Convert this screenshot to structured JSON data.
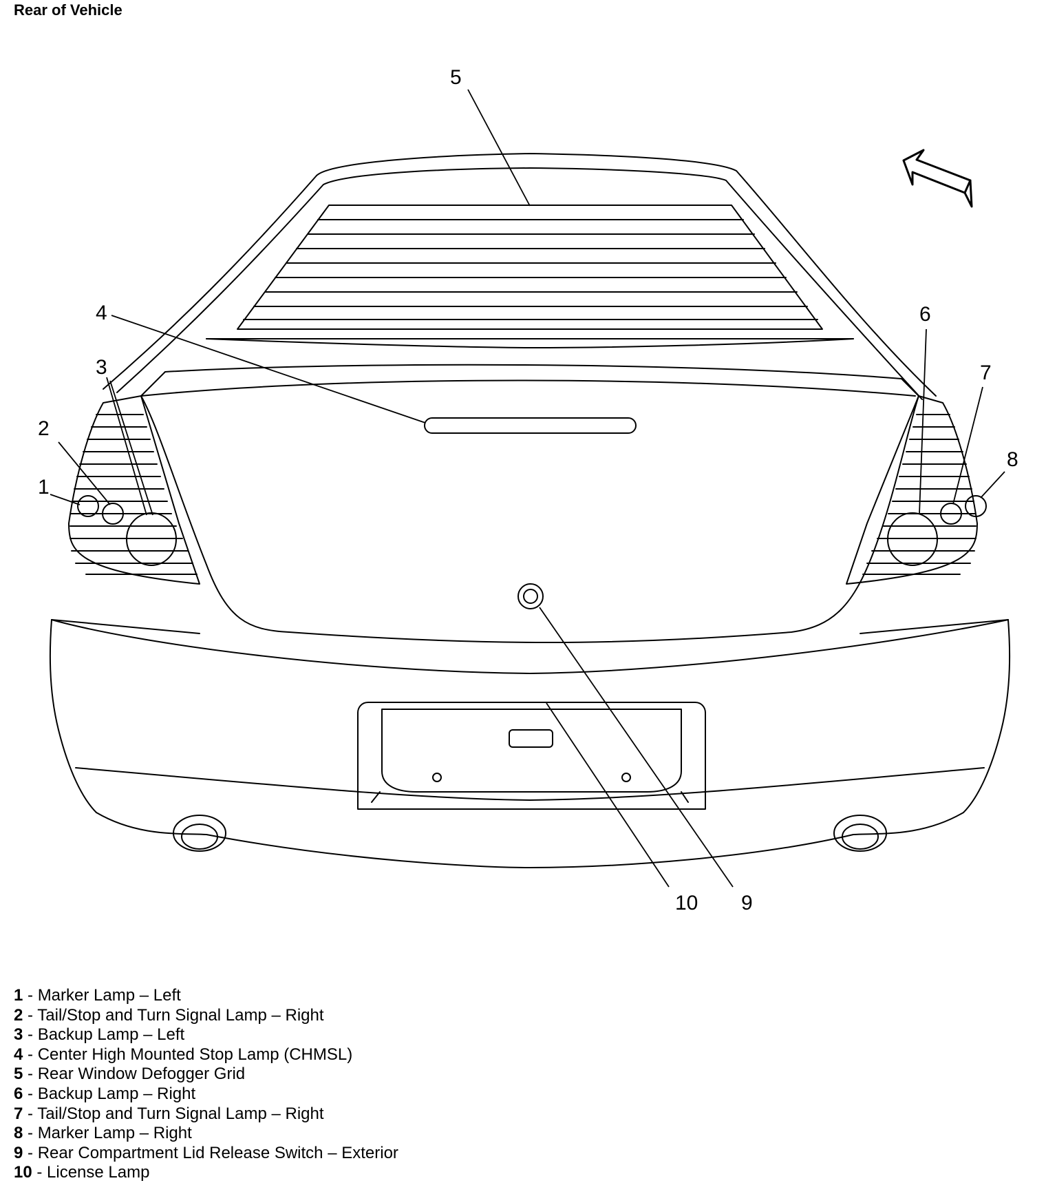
{
  "title": "Rear of Vehicle",
  "callouts": [
    "1",
    "2",
    "3",
    "4",
    "5",
    "6",
    "7",
    "8",
    "9",
    "10"
  ],
  "legend": [
    {
      "num": "1",
      "sep": " - ",
      "label": "Marker Lamp – Left"
    },
    {
      "num": "2",
      "sep": " - ",
      "label": "Tail/Stop and Turn Signal Lamp – Right"
    },
    {
      "num": "3",
      "sep": " - ",
      "label": "Backup Lamp – Left"
    },
    {
      "num": "4",
      "sep": " - ",
      "label": "Center High Mounted Stop Lamp (CHMSL)"
    },
    {
      "num": "5",
      "sep": " - ",
      "label": "Rear Window Defogger Grid"
    },
    {
      "num": "6",
      "sep": " - ",
      "label": "Backup Lamp – Right"
    },
    {
      "num": "7",
      "sep": " - ",
      "label": "Tail/Stop and Turn Signal Lamp – Right"
    },
    {
      "num": "8",
      "sep": " - ",
      "label": "Marker Lamp – Right"
    },
    {
      "num": "9",
      "sep": " - ",
      "label": "Rear Compartment Lid Release Switch – Exterior"
    },
    {
      "num": "10",
      "sep": " - ",
      "label": "License Lamp"
    }
  ],
  "icons": {
    "direction": "forward-arrow-icon"
  }
}
